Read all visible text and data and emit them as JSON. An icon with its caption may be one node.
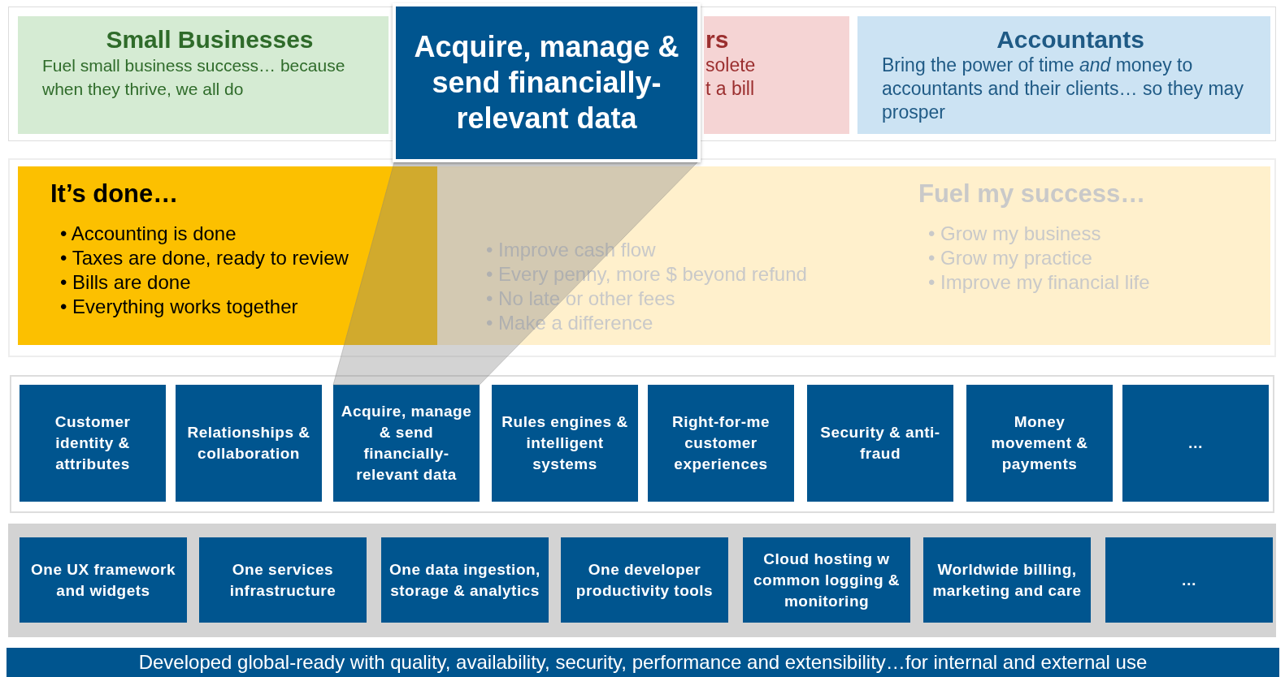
{
  "diagram": {
    "nodes": [
      {
        "text": [
          "Small Businesses",
          "Fuel small business success… because when they thrive, we all do"
        ]
      },
      {
        "text": [
          "rs",
          "solete",
          "t a bill"
        ]
      },
      {
        "text": [
          "Accountants",
          "Bring the power of time *and* money to accountants and their clients… so they may prosper"
        ]
      },
      {
        "text": [
          "It’s done…",
          "• Accounting is done",
          "• Taxes are done, ready to review",
          "• Bills are done",
          "• Everything works together"
        ]
      },
      {
        "text": [
          "• Improve cash flow",
          "• Every penny, more $ beyond refund",
          "• No late or other fees",
          "• Make a difference"
        ]
      },
      {
        "text": [
          "Fuel my success…",
          "• Grow my business",
          "• Grow my practice",
          "• Improve my financial life"
        ]
      },
      {
        "text": [
          "Customer identity & attributes"
        ]
      },
      {
        "text": [
          "Relationships & collaboration"
        ]
      },
      {
        "text": [
          "Acquire, manage & send financially-relevant data"
        ]
      },
      {
        "text": [
          "Rules engines & intelligent systems"
        ]
      },
      {
        "text": [
          "Right-for-me customer experiences"
        ]
      },
      {
        "text": [
          "Security & anti-fraud"
        ]
      },
      {
        "text": [
          "Money movement & payments"
        ]
      },
      {
        "text": [
          "…"
        ]
      },
      {
        "text": [
          "One UX framework and widgets"
        ]
      },
      {
        "text": [
          "One services infrastructure"
        ]
      },
      {
        "text": [
          "One data ingestion, storage & analytics"
        ]
      },
      {
        "text": [
          "One developer productivity tools"
        ]
      },
      {
        "text": [
          "Cloud hosting w common logging & monitoring"
        ]
      },
      {
        "text": [
          "Worldwide billing, marketing and care"
        ]
      },
      {
        "text": [
          "…"
        ]
      },
      {
        "text": [
          "Developed global-ready with quality, availability, security, performance and extensibility…for internal and external use"
        ]
      },
      {
        "text": [
          "Acquire, manage & send financially-relevant data"
        ]
      }
    ],
    "edges": [
      {
        "from": 22,
        "to": 8,
        "arrow": "none"
      }
    ]
  }
}
